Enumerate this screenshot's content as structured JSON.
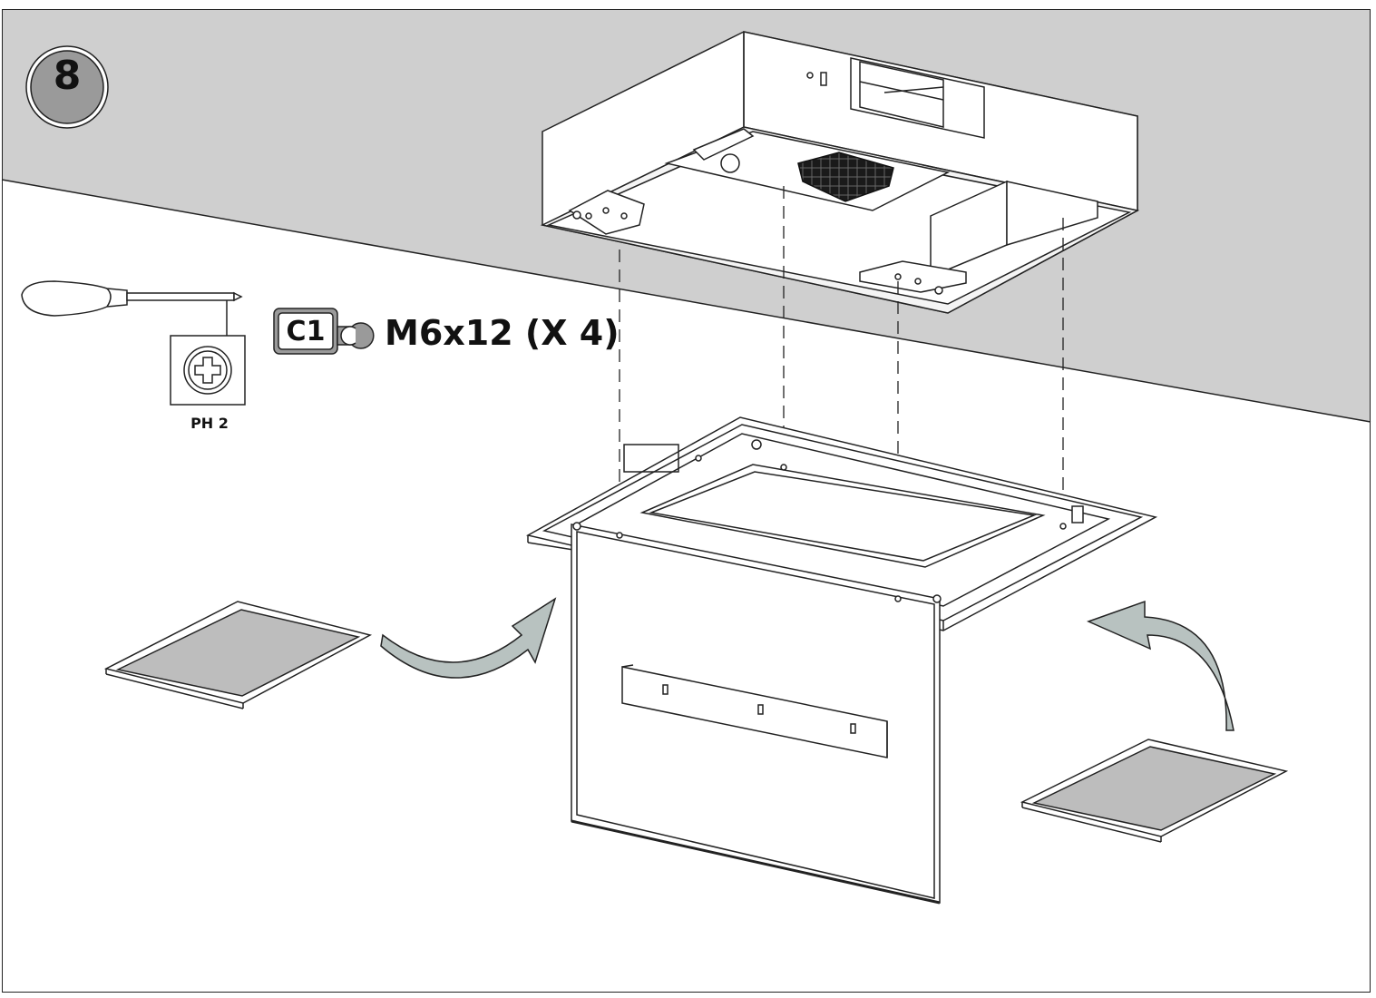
{
  "step": {
    "number": "8"
  },
  "tool": {
    "name": "screwdriver-icon",
    "bit_label": "PH 2"
  },
  "fastener": {
    "code": "C1",
    "spec": "M6x12 (X 4)"
  },
  "colors": {
    "wall_gray": "#cfcfcf",
    "filter_gray": "#bdbdbd",
    "badge_gray": "#9a9a9a",
    "arrow_gray": "#b8c2c0",
    "line": "#222222"
  }
}
